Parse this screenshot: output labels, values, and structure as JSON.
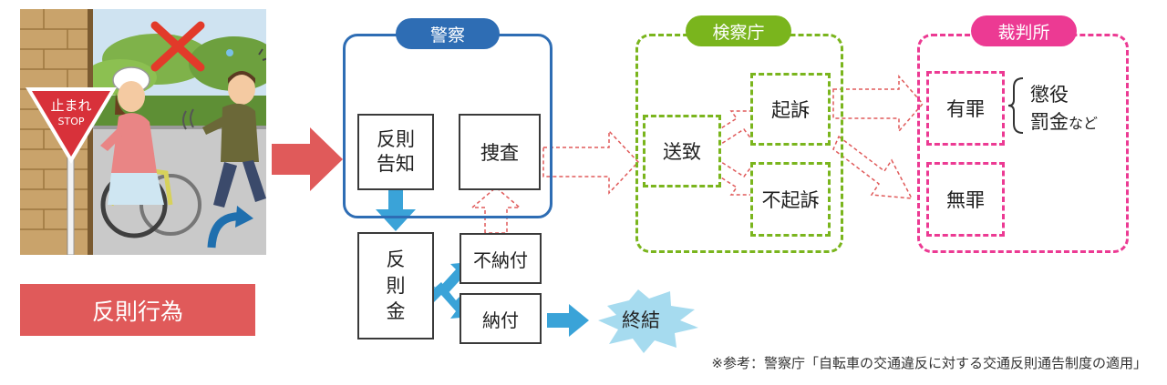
{
  "illustration": {
    "sign_text_line1": "止まれ",
    "sign_text_line2": "STOP"
  },
  "violation_label": "反則行為",
  "police": {
    "title": "警察",
    "notice_line1": "反則",
    "notice_line2": "告知",
    "investigation": "捜査",
    "fine_chars": [
      "反",
      "則",
      "金"
    ],
    "nonpayment": "不納付",
    "payment": "納付"
  },
  "conclusion": "終結",
  "prosecutor": {
    "title": "検察庁",
    "referral": "送致",
    "indictment": "起訴",
    "non_indictment": "不起訴"
  },
  "court": {
    "title": "裁判所",
    "guilty": "有罪",
    "not_guilty": "無罪",
    "penalty_line1": "懲役",
    "penalty_line2": "罰金",
    "penalty_suffix": "など"
  },
  "source_note": "※参考：警察庁「自転車の交通違反に対する交通反則通告制度の適用」",
  "colors": {
    "police": "#2e6db4",
    "prosecutor": "#7ab51d",
    "court": "#ec3a93",
    "violation": "#e05a5a",
    "flow_arrow": "#3aa3d8"
  }
}
